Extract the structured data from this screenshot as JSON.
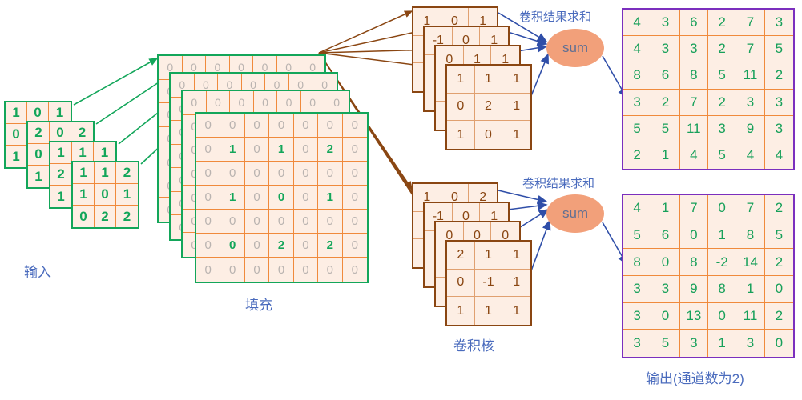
{
  "labels": {
    "input": "输入",
    "padding": "填充",
    "kernel": "卷积核",
    "sum_top": "卷积结果求和",
    "sum_bottom": "卷积结果求和",
    "output": "输出(通道数为2)",
    "sum_node": "sum"
  },
  "colors": {
    "green": "#13a65a",
    "brown": "#8a4612",
    "purple": "#7b2fbe",
    "cell_bg": "#fdeee4",
    "grid": "#f08a3c",
    "label_blue": "#4a6bbd",
    "sum_fill": "#f2a07a",
    "zero_gray": "#b9b3b0",
    "output_text": "#17a05a"
  },
  "input": {
    "channels": 4,
    "front": [
      [
        "1",
        "1",
        "2"
      ],
      [
        "1",
        "0",
        "1"
      ],
      [
        "0",
        "2",
        "2"
      ]
    ],
    "layer3_toprow": [
      "1",
      "1",
      "1"
    ],
    "layer3_leftcol": [
      "1",
      "2",
      "1"
    ],
    "layer2_toprow": [
      "2",
      "0",
      "2"
    ],
    "layer2_leftcol": [
      "2",
      "0",
      "1"
    ],
    "layer1_toprow": [
      "1",
      "0",
      "1"
    ],
    "layer1_leftcol": [
      "1",
      "0",
      "1"
    ]
  },
  "padding": {
    "channels": 4,
    "front": [
      [
        "0",
        "0",
        "0",
        "0",
        "0",
        "0",
        "0"
      ],
      [
        "0",
        "1",
        "0",
        "1",
        "0",
        "2",
        "0"
      ],
      [
        "0",
        "0",
        "0",
        "0",
        "0",
        "0",
        "0"
      ],
      [
        "0",
        "1",
        "0",
        "0",
        "0",
        "1",
        "0"
      ],
      [
        "0",
        "0",
        "0",
        "0",
        "0",
        "0",
        "0"
      ],
      [
        "0",
        "0",
        "0",
        "2",
        "0",
        "2",
        "0"
      ],
      [
        "0",
        "0",
        "0",
        "0",
        "0",
        "0",
        "0"
      ]
    ],
    "nonzero_mask": [
      [
        0,
        0,
        0,
        0,
        0,
        0,
        0
      ],
      [
        0,
        1,
        0,
        1,
        0,
        1,
        0
      ],
      [
        0,
        0,
        0,
        0,
        0,
        0,
        0
      ],
      [
        0,
        1,
        0,
        1,
        0,
        1,
        0
      ],
      [
        0,
        0,
        0,
        0,
        0,
        0,
        0
      ],
      [
        0,
        1,
        0,
        1,
        0,
        1,
        0
      ],
      [
        0,
        0,
        0,
        0,
        0,
        0,
        0
      ]
    ],
    "back_toprow": [
      "0",
      "0",
      "0",
      "0",
      "0",
      "0",
      "0"
    ]
  },
  "kernels": [
    {
      "name": "kernel-stack-1",
      "channels": 4,
      "front": [
        [
          "1",
          "1",
          "1"
        ],
        [
          "0",
          "2",
          "1"
        ],
        [
          "1",
          "0",
          "1"
        ]
      ],
      "layer3_toprow": [
        "0",
        "1",
        "1"
      ],
      "layer2_toprow": [
        "-1",
        "0",
        "1"
      ],
      "layer1_toprow": [
        "1",
        "0",
        "1"
      ]
    },
    {
      "name": "kernel-stack-2",
      "channels": 4,
      "front": [
        [
          "2",
          "1",
          "1"
        ],
        [
          "0",
          "-1",
          "1"
        ],
        [
          "1",
          "1",
          "1"
        ]
      ],
      "layer3_toprow": [
        "0",
        "0",
        "0"
      ],
      "layer2_toprow": [
        "-1",
        "0",
        "1"
      ],
      "layer1_toprow": [
        "1",
        "0",
        "2"
      ]
    }
  ],
  "outputs": [
    {
      "name": "output-channel-1",
      "values": [
        [
          "4",
          "3",
          "6",
          "2",
          "7",
          "3"
        ],
        [
          "4",
          "3",
          "3",
          "2",
          "7",
          "5"
        ],
        [
          "8",
          "6",
          "8",
          "5",
          "11",
          "2"
        ],
        [
          "3",
          "2",
          "7",
          "2",
          "3",
          "3"
        ],
        [
          "5",
          "5",
          "11",
          "3",
          "9",
          "3"
        ],
        [
          "2",
          "1",
          "4",
          "5",
          "4",
          "4"
        ]
      ]
    },
    {
      "name": "output-channel-2",
      "values": [
        [
          "4",
          "1",
          "7",
          "0",
          "7",
          "2"
        ],
        [
          "5",
          "6",
          "0",
          "1",
          "8",
          "5"
        ],
        [
          "8",
          "0",
          "8",
          "-2",
          "14",
          "2"
        ],
        [
          "3",
          "3",
          "9",
          "8",
          "1",
          "0"
        ],
        [
          "3",
          "0",
          "13",
          "0",
          "11",
          "2"
        ],
        [
          "3",
          "5",
          "3",
          "1",
          "3",
          "0"
        ]
      ]
    }
  ]
}
